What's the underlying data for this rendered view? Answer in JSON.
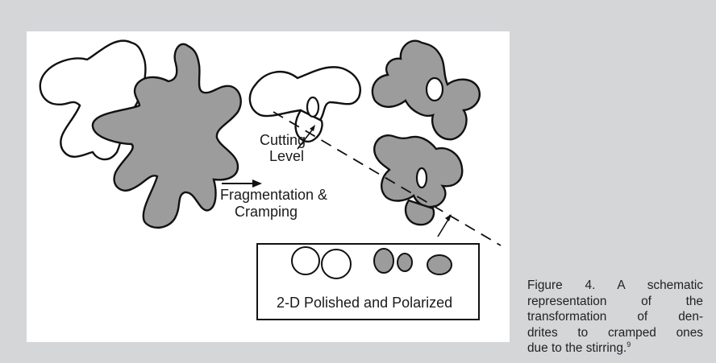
{
  "figure": {
    "labels": {
      "cutting_level_line1": "Cutting",
      "cutting_level_line2": "Level",
      "process_line1": "Fragmentation &",
      "process_line2": "Cramping",
      "section_label": "2-D Polished and Polarized"
    },
    "colors": {
      "dendrite_fill": "#9c9c9c",
      "outline": "#111111",
      "panel": "#ffffff",
      "background": "#d4d6d8"
    }
  },
  "caption": {
    "lines": [
      "Figure 4. A schematic",
      "representation of the",
      "transformation of den-",
      "drites to cramped ones",
      "due to the stirring."
    ],
    "reference": "9"
  }
}
